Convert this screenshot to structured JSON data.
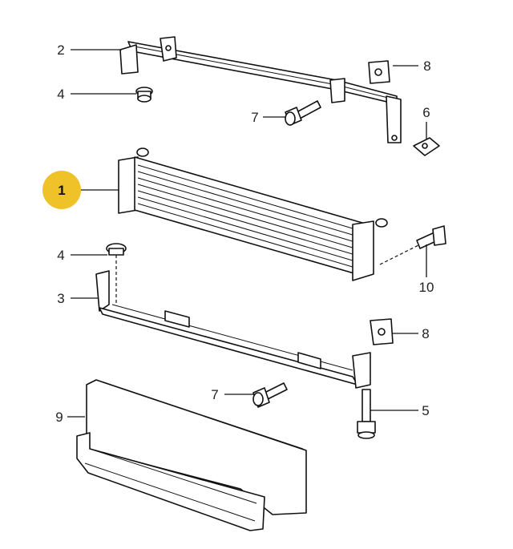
{
  "diagram": {
    "highlight_color": "#f0c22a",
    "callouts": {
      "c1": "1",
      "c2": "2",
      "c3": "3",
      "c4_top": "4",
      "c4_bottom": "4",
      "c5": "5",
      "c6": "6",
      "c7_top": "7",
      "c7_bottom": "7",
      "c8_top": "8",
      "c8_bottom": "8",
      "c9": "9",
      "c10": "10"
    },
    "parts": [
      {
        "ref": "1",
        "icon": "oil-cooler-icon"
      },
      {
        "ref": "2",
        "icon": "upper-bracket-icon"
      },
      {
        "ref": "3",
        "icon": "lower-bracket-icon"
      },
      {
        "ref": "4",
        "icon": "grommet-icon"
      },
      {
        "ref": "5",
        "icon": "bolt-icon"
      },
      {
        "ref": "6",
        "icon": "clip-nut-icon"
      },
      {
        "ref": "7",
        "icon": "flange-bolt-icon"
      },
      {
        "ref": "8",
        "icon": "clip-icon"
      },
      {
        "ref": "9",
        "icon": "air-duct-icon"
      },
      {
        "ref": "10",
        "icon": "bolt-icon"
      }
    ]
  }
}
